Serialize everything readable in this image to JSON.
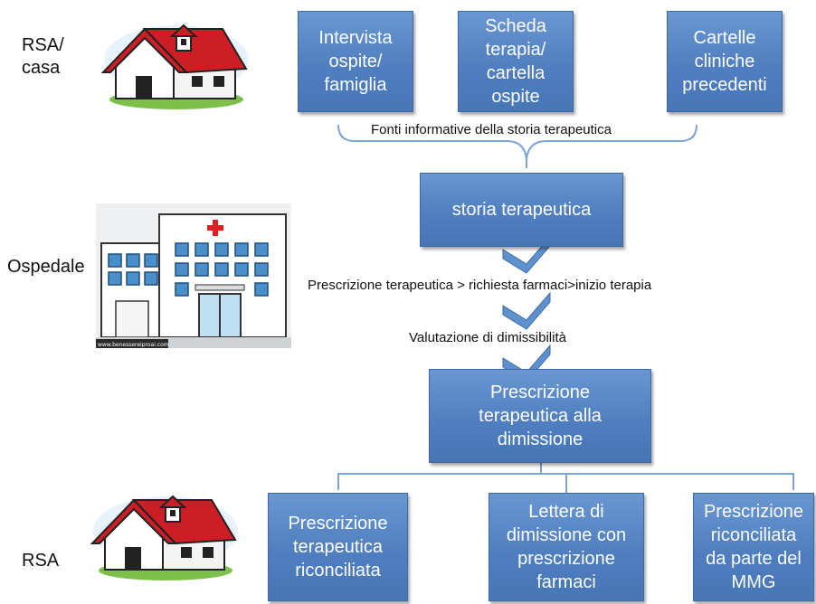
{
  "locations": {
    "home_top": "RSA/\ncasa",
    "hospital": "Ospedale",
    "home_bottom": "RSA"
  },
  "sources": [
    "Intervista\nospite/\nfamiglia",
    "Scheda\nterapia/\ncartella\nospite",
    "Cartelle\ncliniche\nprecedenti"
  ],
  "sources_caption": "Fonti informative della storia terapeutica",
  "history_box": "storia terapeutica",
  "step_prescription": "Prescrizione terapeutica > richiesta farmaci>inizio terapia",
  "step_evaluation": "Valutazione di dimissibilità",
  "discharge_box": "Prescrizione\nterapeutica alla\ndimissione",
  "outputs": [
    "Prescrizione\nterapeutica\nriconciliata",
    "Lettera di\ndimissione con\nprescrizione\nfarmaci",
    "Prescrizione\nriconciliata\nda parte del\nMMG"
  ],
  "watermark": "www.benessereiproai.com",
  "colors": {
    "box_fill": "#4f7fc0",
    "box_text": "#ffffff",
    "connector": "#7ba3d6",
    "roof": "#cc1e24",
    "hospital_cross": "#e02020",
    "window": "#4a8fc9",
    "lawn": "#7cc04a"
  }
}
